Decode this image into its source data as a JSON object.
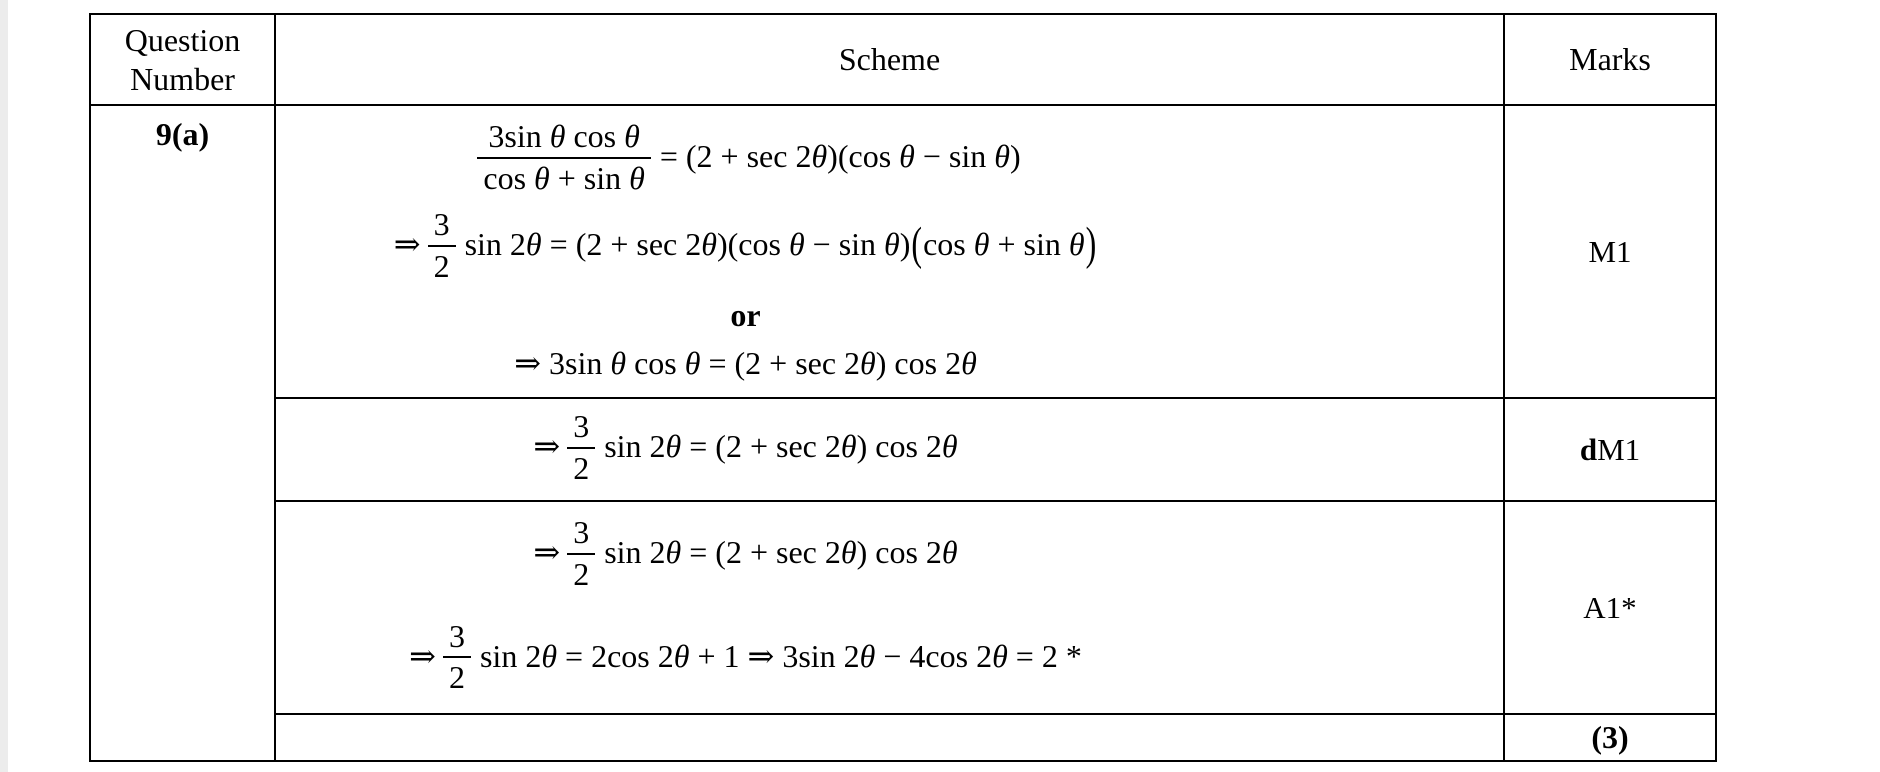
{
  "colors": {
    "page_background": "#ffffff",
    "text": "#000000",
    "table_border": "#000000",
    "edge_strip": "#ececec"
  },
  "header": {
    "question_line1": "Question",
    "question_line2": "Number",
    "scheme": "Scheme",
    "marks": "Marks"
  },
  "question_label": "9(a)",
  "scheme_work": {
    "eq1": {
      "num": "3sin θ cos θ",
      "den": "cos θ + sin θ",
      "rhs": "= (2 + sec 2θ)(cos θ − sin θ)"
    },
    "eq2": {
      "lead": "⇒",
      "num": "3",
      "den": "2",
      "mid": "sin 2θ = (2 + sec 2θ)(cos θ − sin θ)",
      "big_open": "(",
      "big_inner": "cos θ + sin θ",
      "big_close": ")"
    },
    "or_separator": "or",
    "eq3": "⇒ 3sin θ cos θ = (2 + sec 2θ) cos 2θ",
    "eq4": {
      "lead": "⇒",
      "num": "3",
      "den": "2",
      "rest": "sin 2θ = (2 + sec 2θ) cos 2θ"
    },
    "eq5": {
      "lead": "⇒",
      "num": "3",
      "den": "2",
      "rest": "sin 2θ = (2 + sec 2θ) cos 2θ"
    },
    "eq6": {
      "lead": "⇒",
      "num": "3",
      "den": "2",
      "rest": "sin 2θ = 2cos 2θ + 1 ⇒ 3sin 2θ − 4cos 2θ = 2 *"
    }
  },
  "marks": {
    "m1": "M1",
    "dm1_bold": "d",
    "dm1_rest": "M1",
    "a1": "A1*",
    "total": "(3)"
  }
}
